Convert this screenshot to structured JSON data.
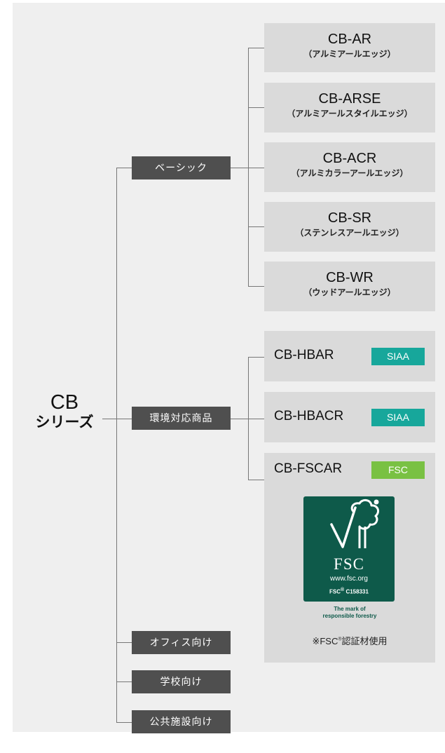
{
  "root": {
    "code": "CB",
    "name": "シリーズ"
  },
  "categories": {
    "basic": "ベーシック",
    "eco": "環境対応商品",
    "office": "オフィス向け",
    "school": "学校向け",
    "public": "公共施設向け"
  },
  "basic_products": [
    {
      "code": "CB-AR",
      "sub": "（アルミアールエッジ）"
    },
    {
      "code": "CB-ARSE",
      "sub": "（アルミアールスタイルエッジ）"
    },
    {
      "code": "CB-ACR",
      "sub": "（アルミカラーアールエッジ）"
    },
    {
      "code": "CB-SR",
      "sub": "（ステンレスアールエッジ）"
    },
    {
      "code": "CB-WR",
      "sub": "（ウッドアールエッジ）"
    }
  ],
  "eco_products": [
    {
      "code": "CB-HBAR",
      "badge": "SIAA"
    },
    {
      "code": "CB-HBACR",
      "badge": "SIAA"
    },
    {
      "code": "CB-FSCAR",
      "badge": "FSC"
    }
  ],
  "fsc_logo": {
    "word": "FSC",
    "url": "www.fsc.org",
    "license_prefix": "FSC",
    "license": "C158331",
    "tagline_1": "The mark of",
    "tagline_2": "responsible forestry"
  },
  "fsc_note": {
    "prefix": "※FSC",
    "suffix": "認証材使用"
  },
  "colors": {
    "panel": "#efefef",
    "category_bg": "#4f4f4f",
    "product_bg": "#dadada",
    "siaa_badge": "#17a79b",
    "fsc_badge": "#79c143",
    "fsc_logo_bg": "#0e5a4a",
    "connector": "#777777"
  }
}
